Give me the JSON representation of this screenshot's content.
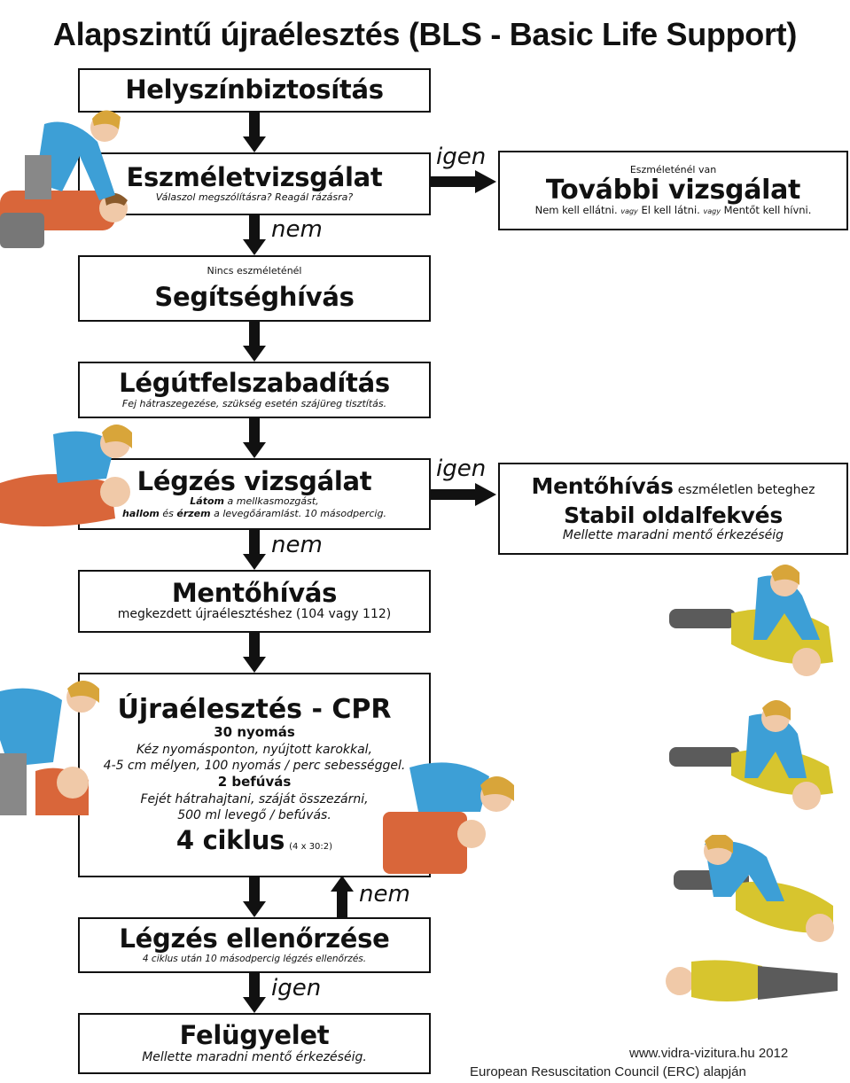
{
  "title": "Alapszintű újraélesztés (BLS - Basic Life Support)",
  "steps": {
    "scene_safety": {
      "title": "Helyszínbiztosítás"
    },
    "consciousness": {
      "title": "Eszméletvizsgálat",
      "subtitle": "Válaszol megszólításra? Reagál rázásra?"
    },
    "further_exam": {
      "pre": "Eszméleténél van",
      "title": "További vizsgálat",
      "note_a": "Nem kell ellátni.",
      "vagy": "vagy",
      "note_b": "El kell látni.",
      "note_c": "Mentőt kell hívni."
    },
    "call_help": {
      "pre": "Nincs eszméleténél",
      "title": "Segítséghívás"
    },
    "airway": {
      "title": "Légútfelszabadítás",
      "subtitle": "Fej hátraszegezése, szükség esetén szájüreg tisztítás."
    },
    "breathing": {
      "title": "Légzés vizsgálat",
      "line1_bold": "Látom",
      "line1_rest": "a mellkasmozgást,",
      "line2_bold1": "hallom",
      "line2_mid": "és",
      "line2_bold2": "érzem",
      "line2_rest": "a levegőáramlást. 10 másodpercig."
    },
    "recovery": {
      "title_a": "Mentőhívás",
      "title_a_suffix": "eszméletlen beteghez",
      "title_b": "Stabil oldalfekvés",
      "subtitle": "Mellette maradni mentő érkezéséig"
    },
    "ambulance": {
      "title": "Mentőhívás",
      "subtitle": "megkezdett újraélesztéshez (104 vagy 112)"
    },
    "cpr": {
      "title": "Újraélesztés - CPR",
      "compressions": "30 nyomás",
      "comp_line1": "Kéz nyomásponton, nyújtott karokkal,",
      "comp_line2": "4-5 cm mélyen, 100 nyomás / perc sebességgel.",
      "breaths": "2 befúvás",
      "breath_line1": "Fejét hátrahajtani, száját összezárni,",
      "breath_line2": "500 ml levegő / befúvás.",
      "cycles": "4 ciklus",
      "cycles_note": "(4 x 30:2)"
    },
    "check_breathing": {
      "title": "Légzés ellenőrzése",
      "subtitle": "4 ciklus után 10 másodpercig légzés ellenőrzés."
    },
    "monitoring": {
      "title": "Felügyelet",
      "subtitle": "Mellette maradni mentő érkezéséig."
    }
  },
  "labels": {
    "yes1": "igen",
    "no1": "nem",
    "yes2": "igen",
    "no2": "nem",
    "no3": "nem",
    "yes3": "igen"
  },
  "footer": {
    "site": "www.vidra-vizitura.hu 2012",
    "source": "European Resuscitation Council (ERC) alapján"
  },
  "colors": {
    "shirt_blue": "#3d9fd6",
    "victim_orange": "#d9663a",
    "victim_yellow": "#d7c52e",
    "pants_gray": "#5b5b5b",
    "hair": "#d8a53a"
  }
}
